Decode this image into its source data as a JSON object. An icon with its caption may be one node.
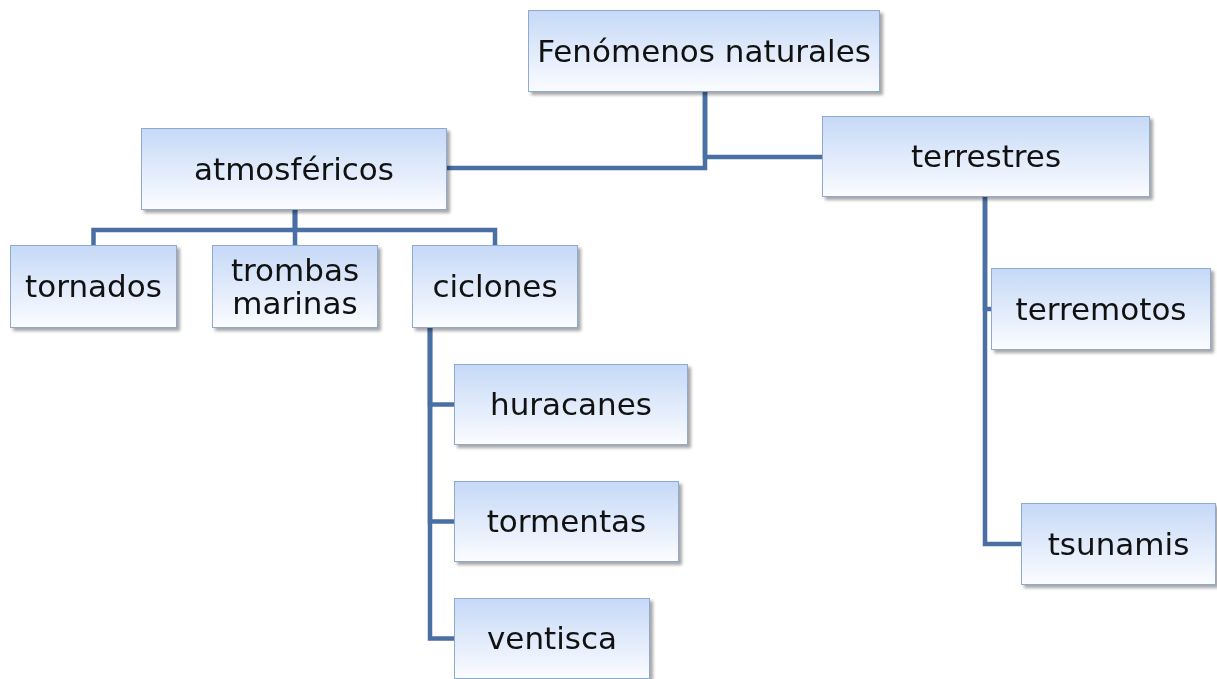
{
  "diagram": {
    "nodes": [
      {
        "text": [
          "Fenómenos naturales"
        ]
      },
      {
        "text": [
          "atmosféricos"
        ]
      },
      {
        "text": [
          "terrestres"
        ]
      },
      {
        "text": [
          "tornados"
        ]
      },
      {
        "text": [
          "trombas marinas"
        ]
      },
      {
        "text": [
          "ciclones"
        ]
      },
      {
        "text": [
          "huracanes"
        ]
      },
      {
        "text": [
          "tormentas"
        ]
      },
      {
        "text": [
          "ventisca"
        ]
      },
      {
        "text": [
          "terremotos"
        ]
      },
      {
        "text": [
          "tsunamis"
        ]
      }
    ],
    "edges": [
      {
        "from": 0,
        "to": 1,
        "arrow": "none"
      },
      {
        "from": 0,
        "to": 2,
        "arrow": "none"
      },
      {
        "from": 1,
        "to": 3,
        "arrow": "none"
      },
      {
        "from": 1,
        "to": 4,
        "arrow": "none"
      },
      {
        "from": 1,
        "to": 5,
        "arrow": "none"
      },
      {
        "from": 5,
        "to": 6,
        "arrow": "none"
      },
      {
        "from": 5,
        "to": 7,
        "arrow": "none"
      },
      {
        "from": 5,
        "to": 8,
        "arrow": "none"
      },
      {
        "from": 2,
        "to": 9,
        "arrow": "none"
      },
      {
        "from": 2,
        "to": 10,
        "arrow": "none"
      }
    ]
  }
}
